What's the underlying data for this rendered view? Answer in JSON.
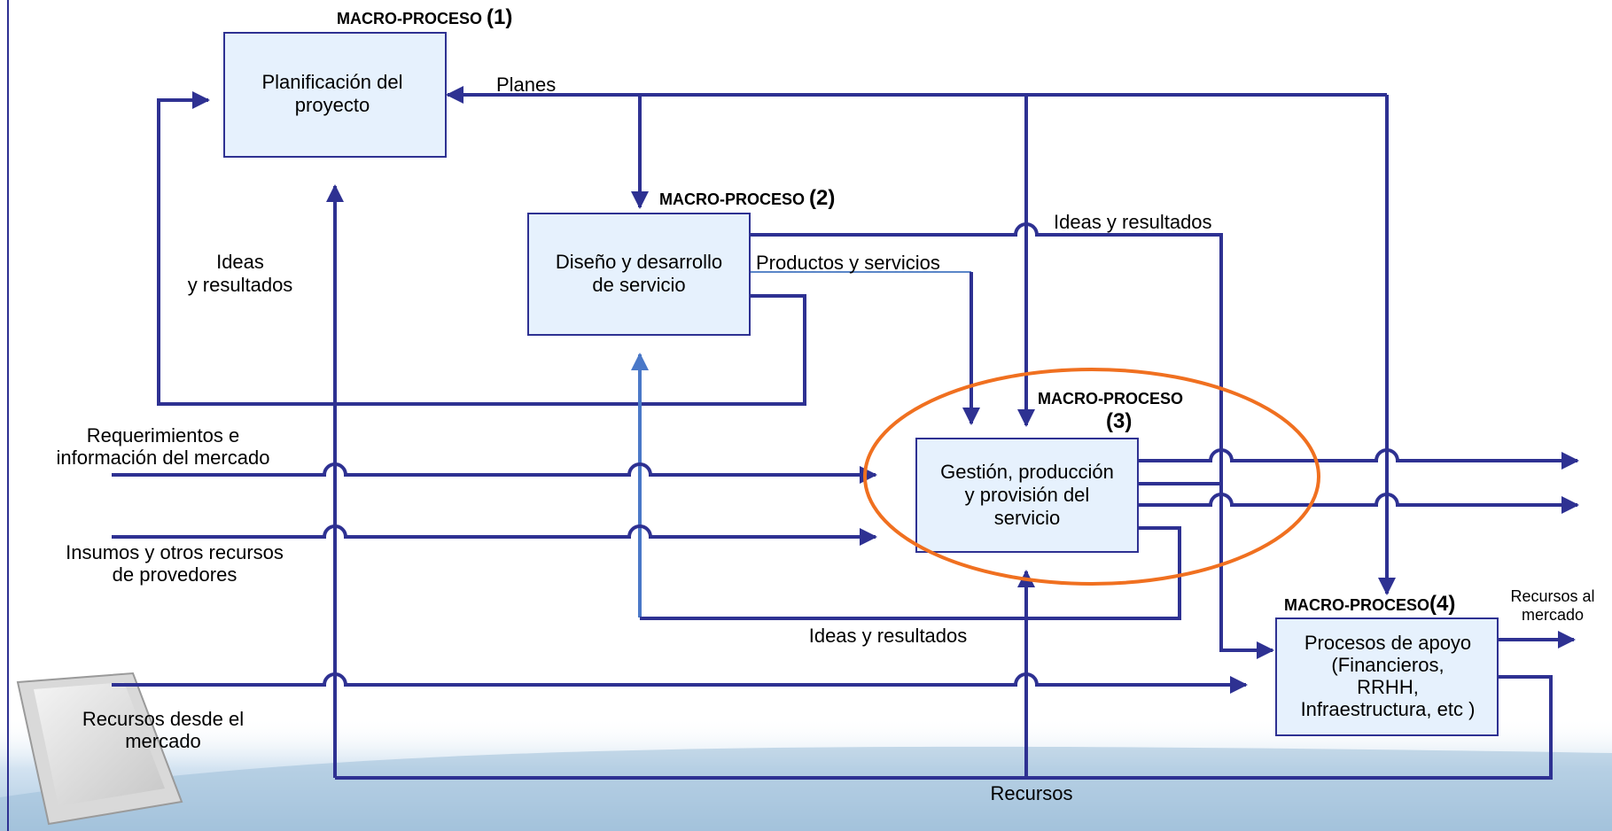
{
  "macro_processes": [
    {
      "header": "MACRO-PROCESO",
      "number": "(1)",
      "lines": [
        "Planificación del",
        "proyecto"
      ]
    },
    {
      "header": "MACRO-PROCESO",
      "number": "(2)",
      "lines": [
        "Diseño y desarrollo",
        "de servicio"
      ]
    },
    {
      "header": "MACRO-PROCESO",
      "number": "(3)",
      "lines": [
        "Gestión, producción",
        "y provisión del",
        "servicio"
      ]
    },
    {
      "header": "MACRO-PROCESO",
      "number": "(4)",
      "lines": [
        "Procesos de apoyo",
        "(Financieros,",
        "RRHH,",
        "Infraestructura, etc )"
      ]
    }
  ],
  "flows": {
    "planes": "Planes",
    "ideas_left": [
      "Ideas",
      "y resultados"
    ],
    "ideas_top": "Ideas y resultados",
    "productos": "Productos y servicios",
    "requerimientos": [
      "Requerimientos e",
      "información del mercado"
    ],
    "insumos": [
      "Insumos y otros recursos",
      "de provedores"
    ],
    "ideas_bottom": "Ideas y resultados",
    "recursos_mercado": [
      "Recursos desde el",
      "mercado"
    ],
    "recursos": "Recursos",
    "recursos_al_mercado": [
      "Recursos al",
      "mercado"
    ]
  },
  "colors": {
    "line": "#2e3192",
    "box_fill": "#e6f1fd",
    "highlight_ellipse": "#f07020",
    "accent_arrow": "#4a78c8",
    "footer_band": "#b9d1e6"
  }
}
